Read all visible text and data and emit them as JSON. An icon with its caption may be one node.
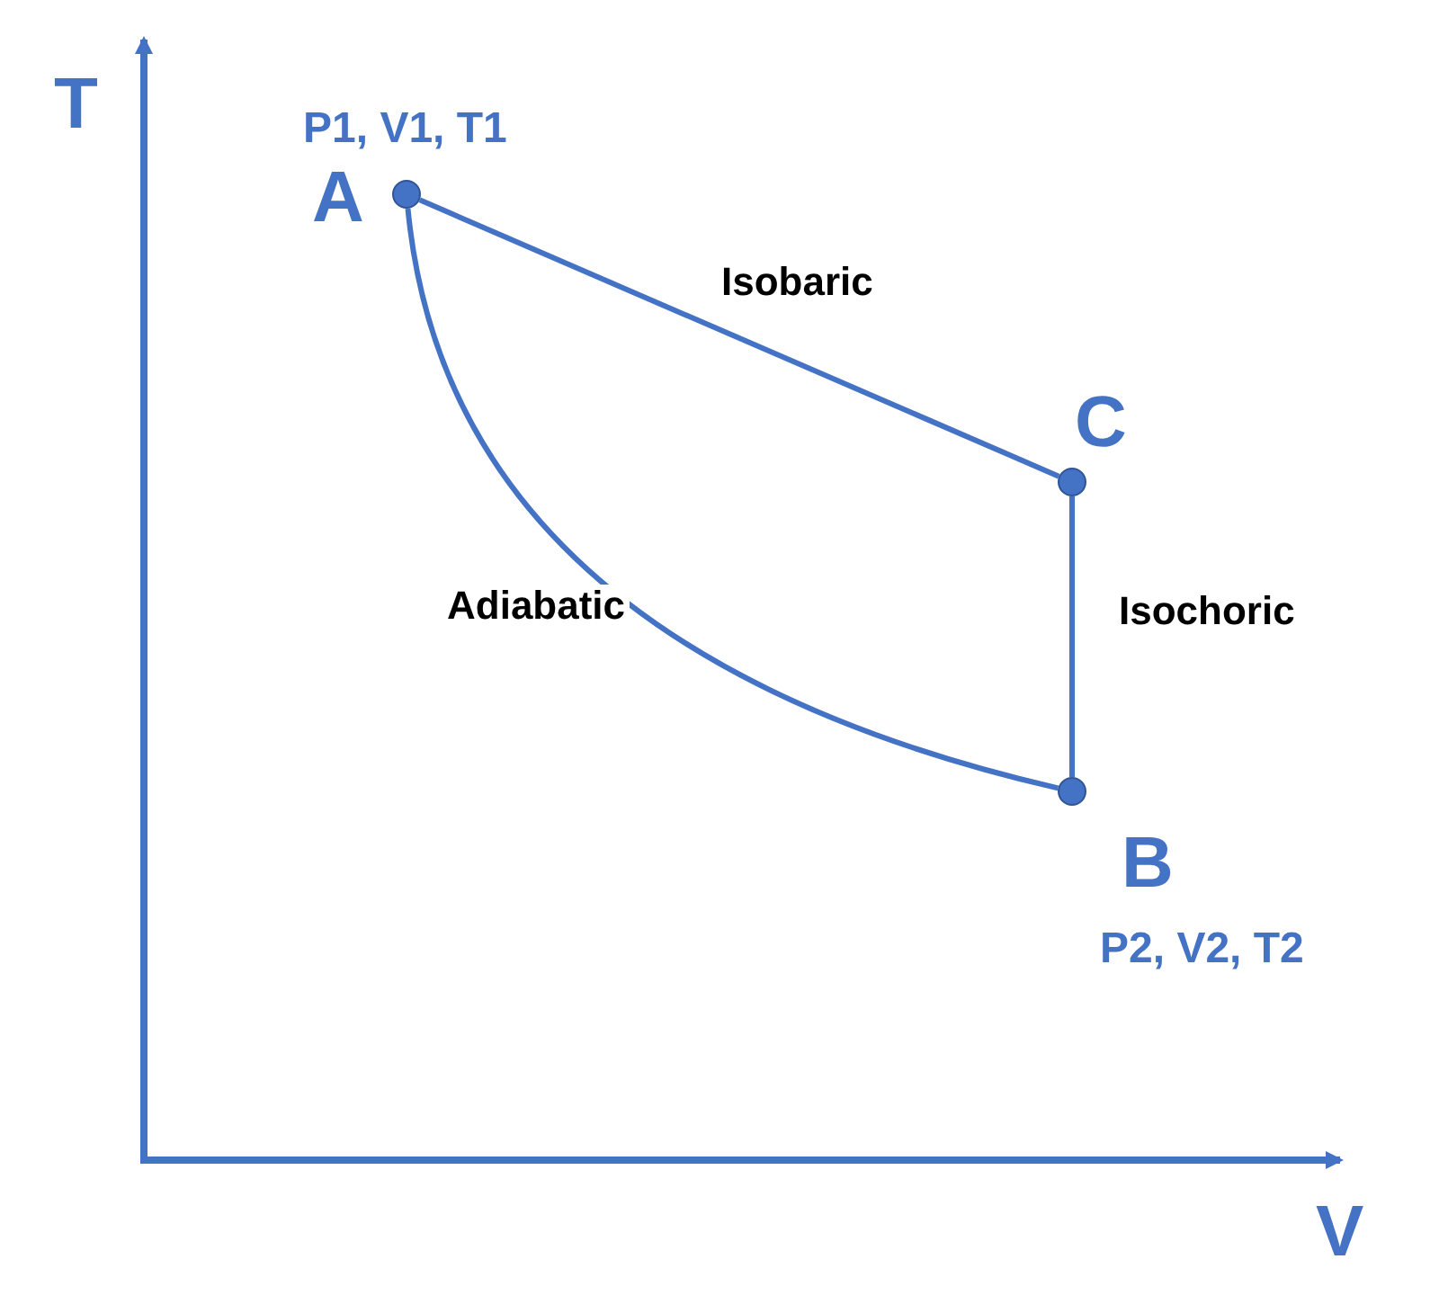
{
  "diagram": {
    "nodes": [
      {
        "text": [
          "A"
        ],
        "beside": [
          "P1, V1, T1"
        ]
      },
      {
        "text": [
          "C"
        ]
      },
      {
        "text": [
          "B"
        ],
        "beside": [
          "P2, V2, T2"
        ]
      }
    ],
    "edges": [
      {
        "from": 0,
        "to": 1,
        "arrow": "none",
        "label": "Isobaric"
      },
      {
        "from": 1,
        "to": 2,
        "arrow": "none",
        "label": "Isochoric"
      },
      {
        "from": 0,
        "to": 2,
        "arrow": "none",
        "label": "Adiabatic"
      }
    ],
    "labels": [
      "T",
      "V"
    ]
  }
}
